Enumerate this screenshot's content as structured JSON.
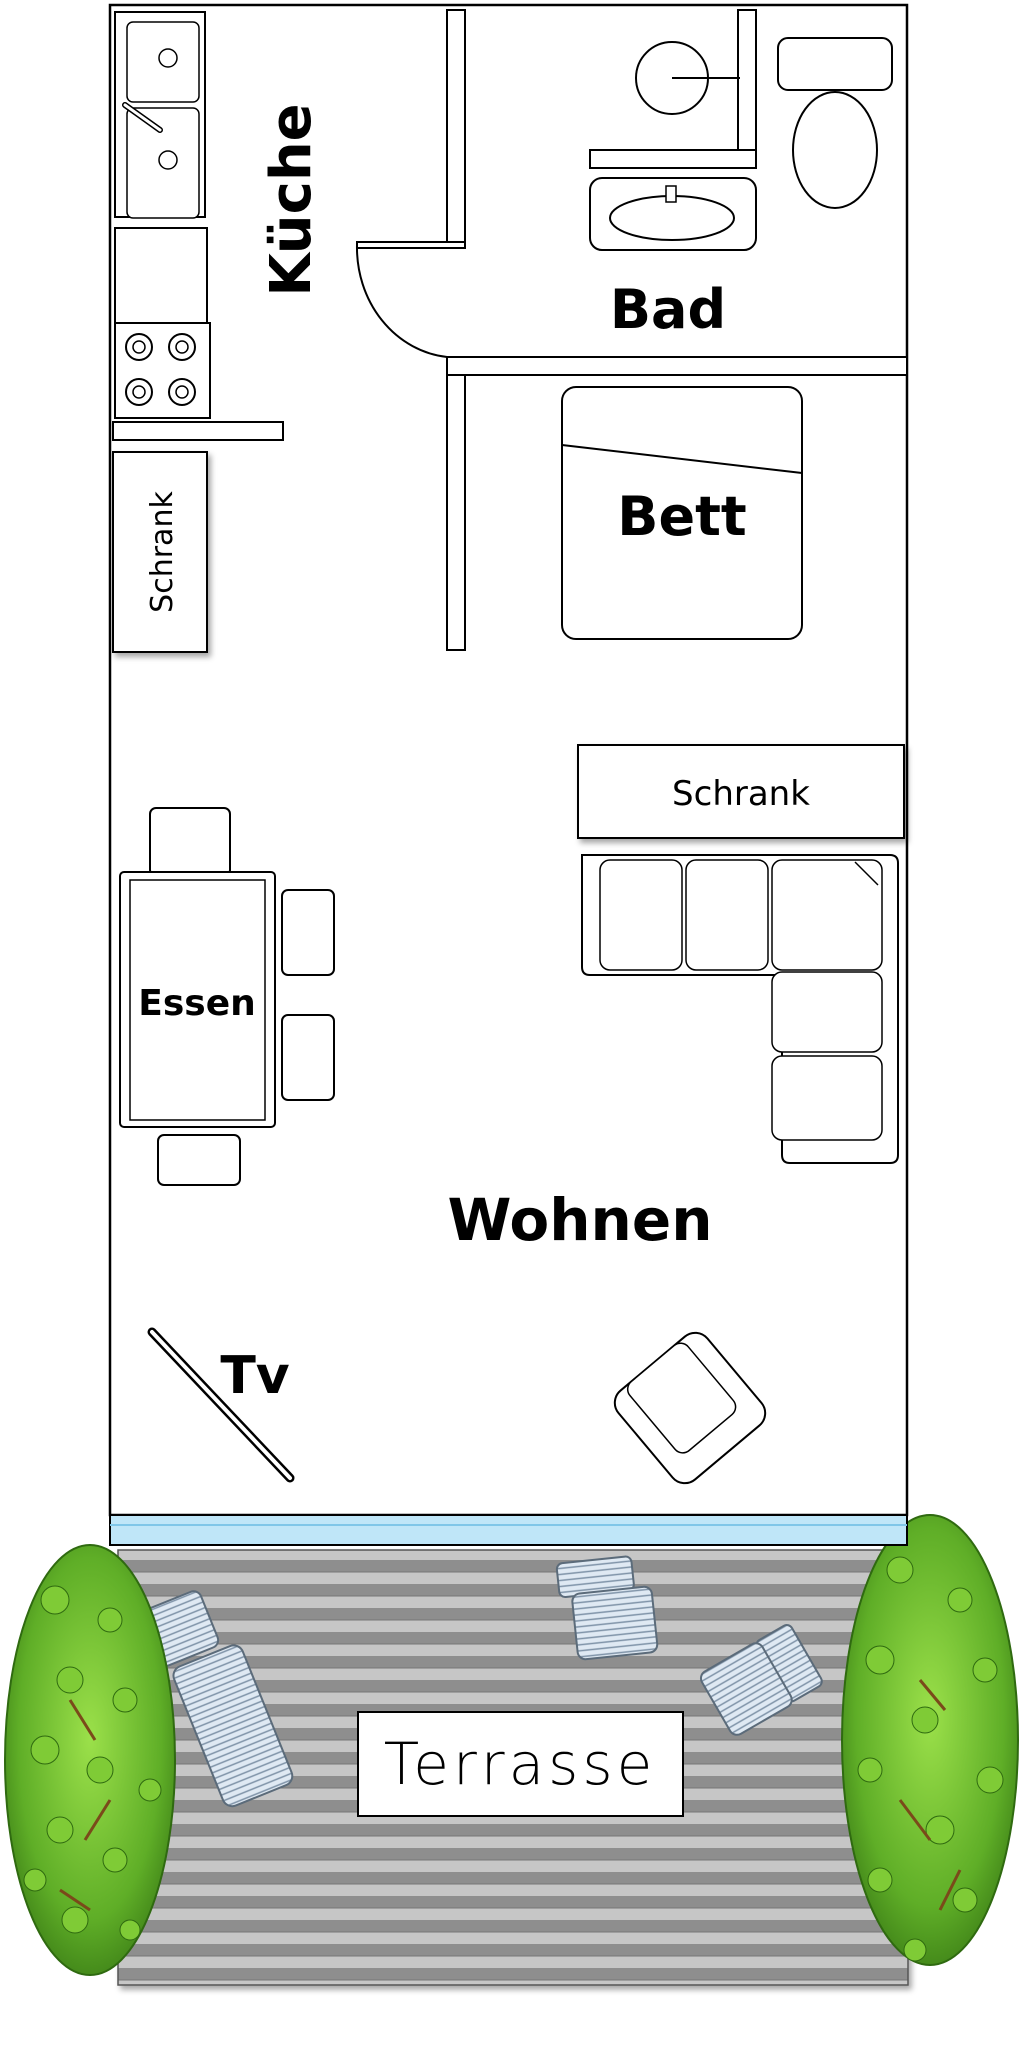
{
  "rooms": {
    "kitchen": "Küche",
    "bath": "Bad",
    "bed": "Bett",
    "wardrobe_small": "Schrank",
    "wardrobe_large": "Schrank",
    "dining": "Essen",
    "living": "Wohnen",
    "tv": "Tv",
    "terrace": "Terrasse"
  },
  "colors": {
    "outline": "#000000",
    "glass": "#bfe6f8",
    "deck_dark": "#8c8c8c",
    "deck_light": "#c4c4c4",
    "bush_dark": "#3f8a1a",
    "bush_light": "#86d13a",
    "lounger": "#b9cde0"
  }
}
